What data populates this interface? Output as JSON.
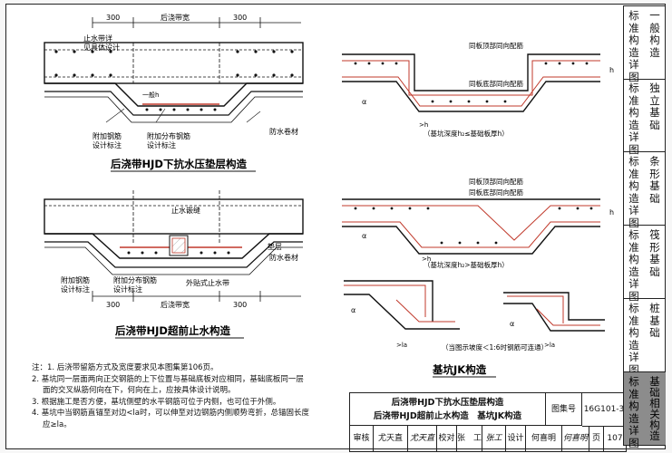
{
  "titles": {
    "fig1": "后浇带HJD下抗水压垫层构造",
    "fig2": "后浇带HJD超前止水构造",
    "fig3": "基坑JK构造"
  },
  "fig1_labels": {
    "dim_300_left": "300",
    "dim_width": "后浇带宽",
    "dim_300_right": "300",
    "waterstop": "止水带详",
    "waterstop2": "见具体设计",
    "extra_rebar": "附加钢筋",
    "extra_rebar2": "设计标注",
    "extra_dist": "附加分布钢筋",
    "extra_dist2": "设计标注",
    "waterproof": "防水卷材",
    "b1": "一般h"
  },
  "fig2_labels": {
    "waterstop_seam": "止水嵌缝",
    "cushion": "垫层",
    "waterproof": "防水卷材",
    "extra_rebar": "附加钢筋",
    "extra_rebar2": "设计标注",
    "extra_dist": "附加分布钢筋",
    "extra_dist2": "设计标注",
    "external_ws": "外贴式止水带",
    "dim_300_left": "300",
    "dim_width": "后浇带宽",
    "dim_300_right": "300"
  },
  "fig3_labels": {
    "top_bar1": "同板顶部同向配筋",
    "bot_bar1": "同板底部同向配筋",
    "note1": "（基坑深度h₂≤基础板厚h）",
    "top_bar2": "同板顶部同向配筋",
    "bot_bar2": "同板底部同向配筋",
    "note2": "（基坑深度h₂>基础板厚h）",
    "note3": "（当图示坡度＜1:6时钢筋可连通）",
    "h": "h",
    "h1": "h₁",
    "h2": "h₂",
    "ge_h": ">h",
    "ge_la": ">la",
    "a": "α"
  },
  "notes": [
    "注：1. 后浇带留筋方式及宽度要求见本图集第106页。",
    "2. 基坑同一层面两向正交钢筋的上下位置与基础底板对应相同，基础底板同一层",
    "面的交叉纵筋何向在下，何向在上，应按具体设计说明。",
    "3. 根据施工是否方便，基坑侧壁的水平钢筋可位于内侧，也可位于外侧。",
    "4. 基坑中当钢筋直锚至对边<la时，可以伸至对边钢筋内侧顺势弯折，总锚固长度",
    "应≥la。"
  ],
  "title_block": {
    "line1": "后浇带HJD下抗水压垫层构造",
    "line2": "后浇带HJD超前止水构造　基坑JK构造",
    "atlas_label": "图集号",
    "atlas_no": "16G101-3",
    "review_label": "审核",
    "review_name": "尤天直",
    "check_label": "校对",
    "check_name": "张　工",
    "design_label": "设计",
    "design_name": "何喜明",
    "page_label": "页",
    "page_no": "107",
    "sig1": "尤天直",
    "sig2": "张工",
    "sig3": "何喜明"
  },
  "sidebar": [
    {
      "left": "标准构造详图",
      "right": "一般构造",
      "active": false
    },
    {
      "left": "标准构造详图",
      "right": "独立基础",
      "active": false
    },
    {
      "left": "标准构造详图",
      "right": "条形基础",
      "active": false
    },
    {
      "left": "标准构造详图",
      "right": "筏形基础",
      "active": false
    },
    {
      "left": "标准构造详图",
      "right": "桩基础",
      "active": false
    },
    {
      "left": "标准构造详图",
      "right": "基础相关构造",
      "active": true
    }
  ]
}
